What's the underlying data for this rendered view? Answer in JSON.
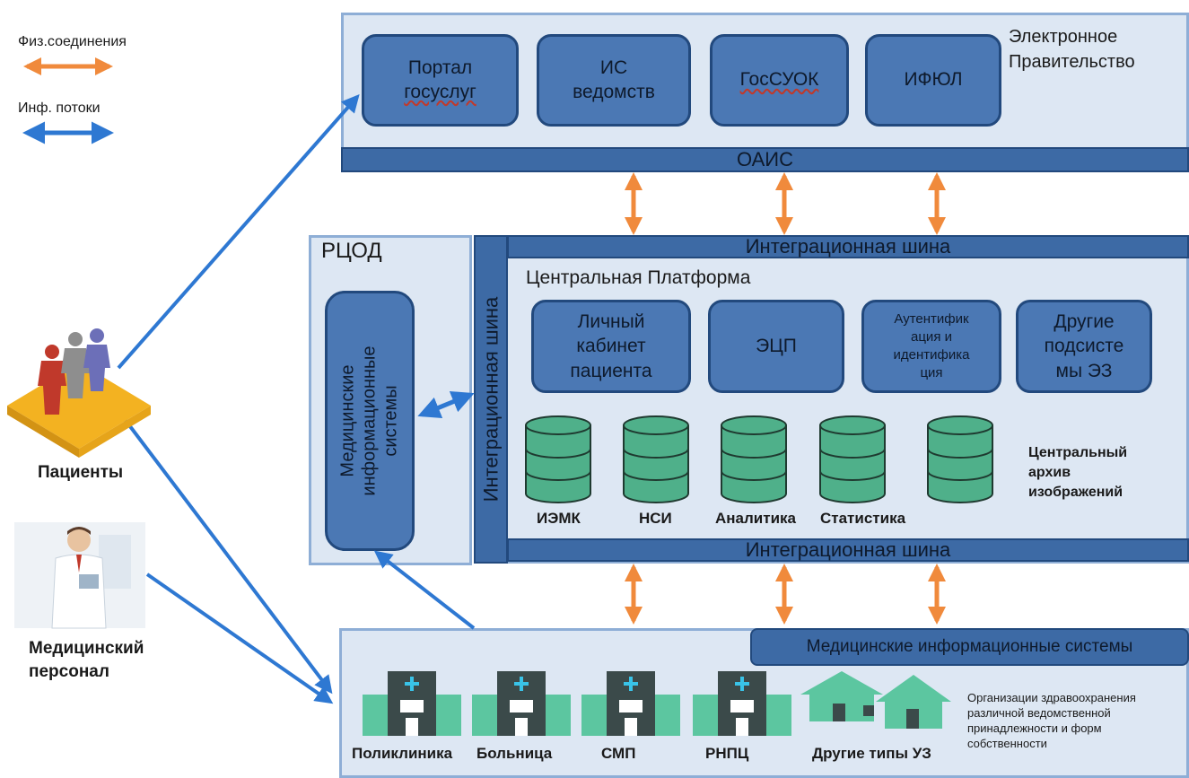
{
  "legend": {
    "physical": "Физ.соединения",
    "info": "Инф. потоки",
    "physical_color": "#f08a3c",
    "info_color": "#2e78d2"
  },
  "egov": {
    "title_line1": "Электронное",
    "title_line2": "Правительство",
    "boxes": [
      {
        "line1": "Портал",
        "line2": "госуслуг"
      },
      {
        "line1": "ИС",
        "line2": "ведомств"
      },
      {
        "line1": "ГосСУОК",
        "line2": ""
      },
      {
        "line1": "ИФЮЛ",
        "line2": ""
      }
    ],
    "bus": "ОАИС"
  },
  "rcod": {
    "title": "РЦОД",
    "mis_line1": "Медицинские",
    "mis_line2": "информационные",
    "mis_line3": "системы"
  },
  "central": {
    "bus_top": "Интеграционная шина",
    "bus_left": "Интеграционная шина",
    "bus_bottom": "Интеграционная шина",
    "title": "Центральная Платформа",
    "boxes": [
      {
        "lines": [
          "Личный",
          "кабинет",
          "пациента"
        ]
      },
      {
        "lines": [
          "ЭЦП"
        ]
      },
      {
        "lines": [
          "Аутентифик",
          "ация и",
          "идентифика",
          "ция"
        ]
      },
      {
        "lines": [
          "Другие",
          "подсисте",
          "мы ЭЗ"
        ]
      }
    ],
    "databases": [
      "ИЭМК",
      "НСИ",
      "Аналитика",
      "Статистика"
    ],
    "archive_line1": "Центральный",
    "archive_line2": "архив",
    "archive_line3": "изображений",
    "db_color": "#4fb08a"
  },
  "actors": {
    "patients": "Пациенты",
    "staff_line1": "Медицинский",
    "staff_line2": "персонал"
  },
  "facilities": {
    "mis_bar": "Медицинские информационные системы",
    "types": [
      "Поликлиника",
      "Больница",
      "СМП",
      "РНПЦ",
      "Другие типы УЗ"
    ],
    "org_line1": "Организации здравоохранения",
    "org_line2": "различной ведомственной",
    "org_line3": "принадлежности и форм",
    "org_line4": "собственности"
  }
}
